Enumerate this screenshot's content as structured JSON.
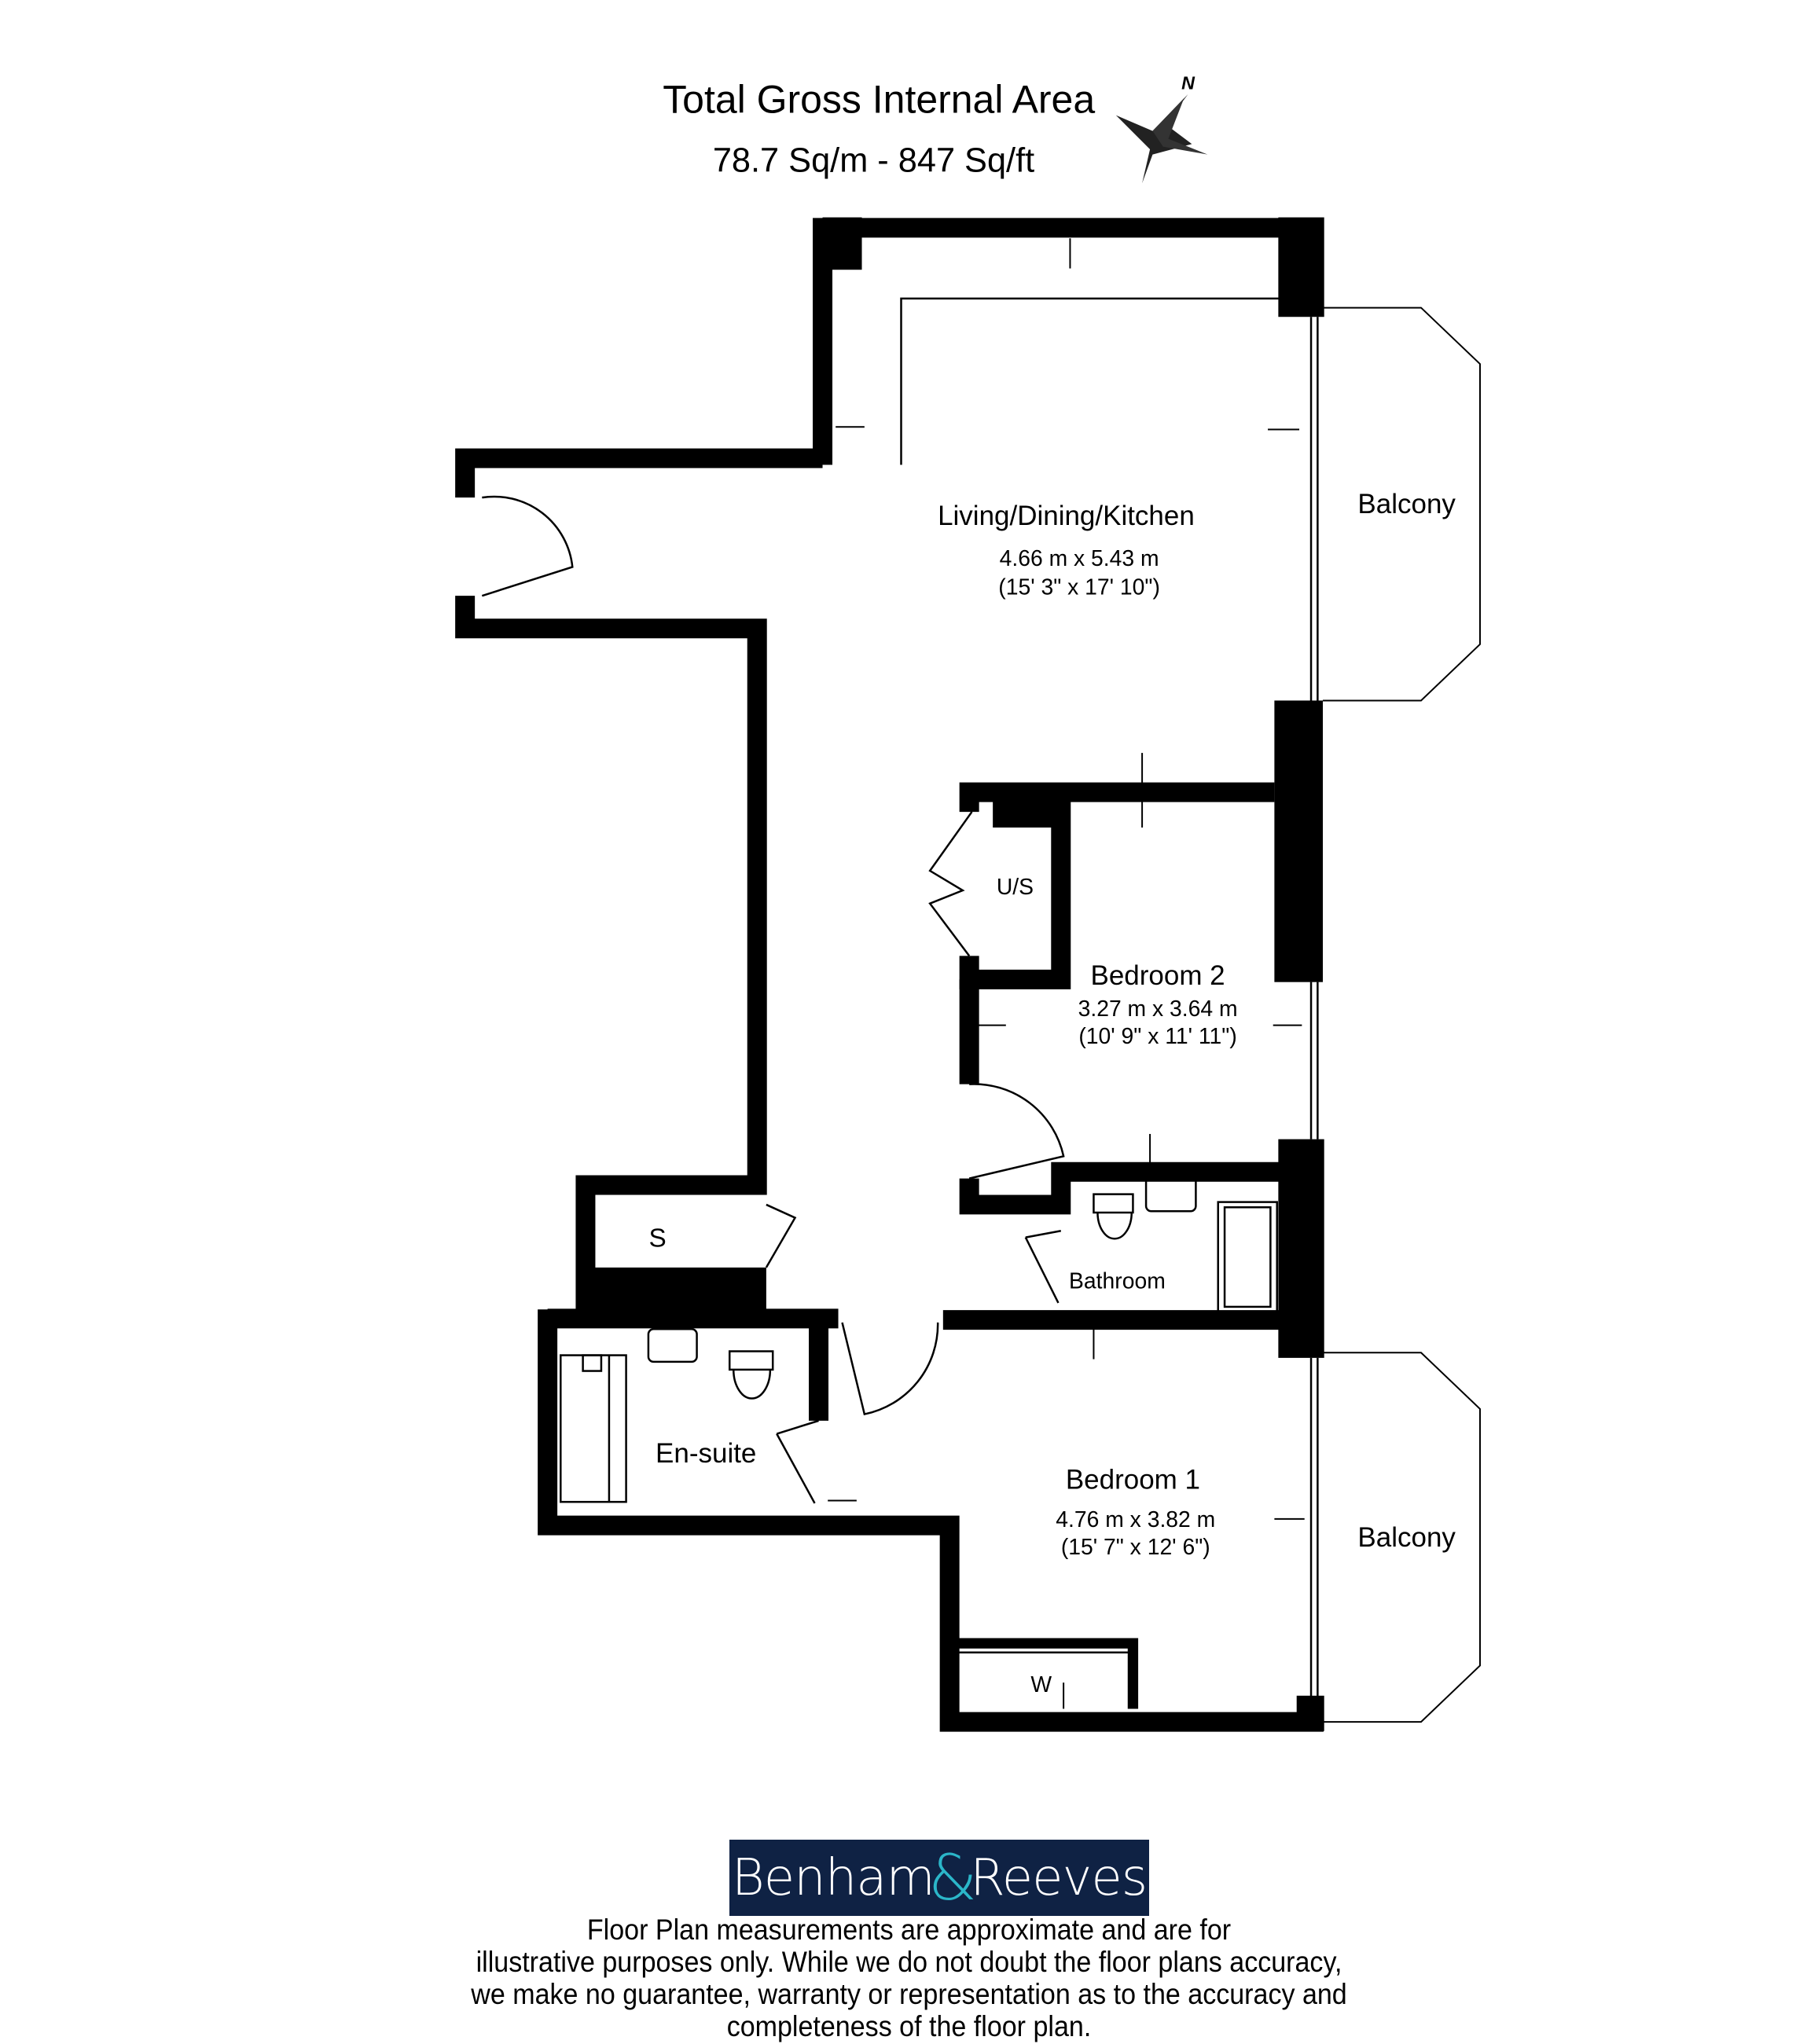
{
  "header": {
    "title": "Total Gross Internal Area",
    "area": "78.7 Sq/m - 847 Sq/ft",
    "compass_label": "N"
  },
  "rooms": [
    {
      "name": "Living/Dining/Kitchen",
      "metric": "4.66 m x 5.43 m",
      "imperial": "(15' 3\" x 17' 10\")"
    },
    {
      "name": "Bedroom 2",
      "metric": "3.27 m x 3.64 m",
      "imperial": "(10' 9\" x 11' 11\")"
    },
    {
      "name": "Bedroom 1",
      "metric": "4.76 m x 3.82 m",
      "imperial": "(15' 7\" x 12' 6\")"
    }
  ],
  "labels": {
    "balcony_1": "Balcony",
    "balcony_2": "Balcony",
    "us": "U/S",
    "store": "S",
    "bathroom": "Bathroom",
    "ensuite": "En-suite",
    "wardrobe": "W"
  },
  "logo": {
    "part1": "Benham",
    "amp": "&",
    "part2": "Reeves",
    "bg": "#0f2244",
    "accent": "#2bb6c9"
  },
  "disclaimer": [
    "Floor Plan measurements are approximate and are for",
    "illustrative purposes only.  While we do not doubt the floor plans accuracy,",
    "we make no guarantee, warranty or representation as to the accuracy and",
    "completeness of the floor plan."
  ]
}
